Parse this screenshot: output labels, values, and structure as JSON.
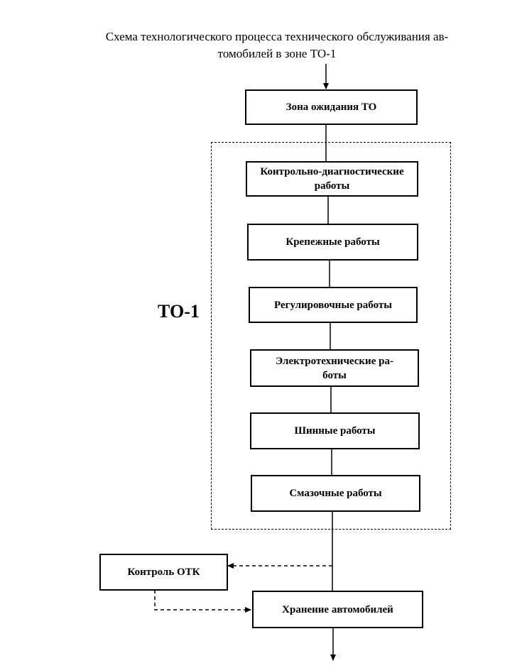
{
  "title_line1": "Схема технологического процесса технического обслуживания ав-",
  "title_line2": "томобилей в зоне ТО-1",
  "group_label": "ТО-1",
  "boxes": {
    "waiting": "Зона ожидания ТО",
    "diagnostic": "Контрольно-диагностические работы",
    "fastening": "Крепежные работы",
    "adjustment": "Регулировочные работы",
    "electrical_line1": "Электротехнические ра-",
    "electrical_line2": "боты",
    "tire": "Шинные работы",
    "lubrication": "Смазочные работы",
    "quality_control": "Контроль ОТК",
    "storage": "Хранение автомобилей"
  }
}
